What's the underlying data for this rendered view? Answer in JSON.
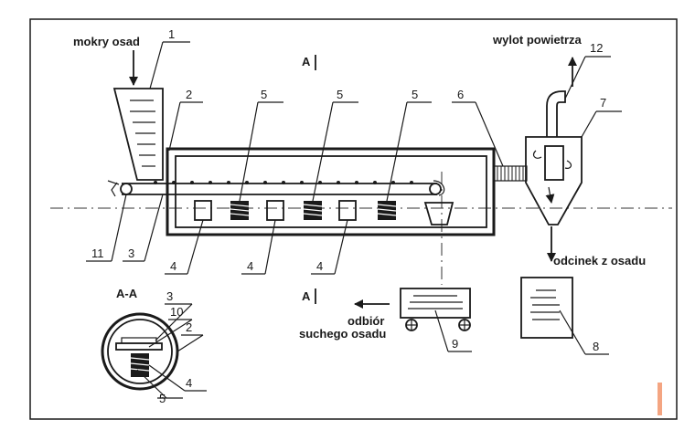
{
  "labels": {
    "wet_sludge": "mokry osad",
    "air_outlet": "wylot powietrza",
    "condensate": "odcinek z osadu",
    "dry_sludge_line1": "odbiór",
    "dry_sludge_line2": "suchego osadu",
    "section_top": "A",
    "section_bottom": "A",
    "section_view": "A-A"
  },
  "numbers": {
    "n1": "1",
    "n2": "2",
    "n5a": "5",
    "n5b": "5",
    "n5c": "5",
    "n6": "6",
    "n7": "7",
    "n12": "12",
    "n11": "11",
    "n3": "3",
    "n4a": "4",
    "n4b": "4",
    "n4c": "4",
    "n9": "9",
    "n8": "8",
    "s3": "3",
    "s10": "10",
    "s2": "2",
    "s4": "4",
    "s5": "5"
  },
  "colors": {
    "ink": "#1a1a1a",
    "accent": "#f4a582"
  }
}
